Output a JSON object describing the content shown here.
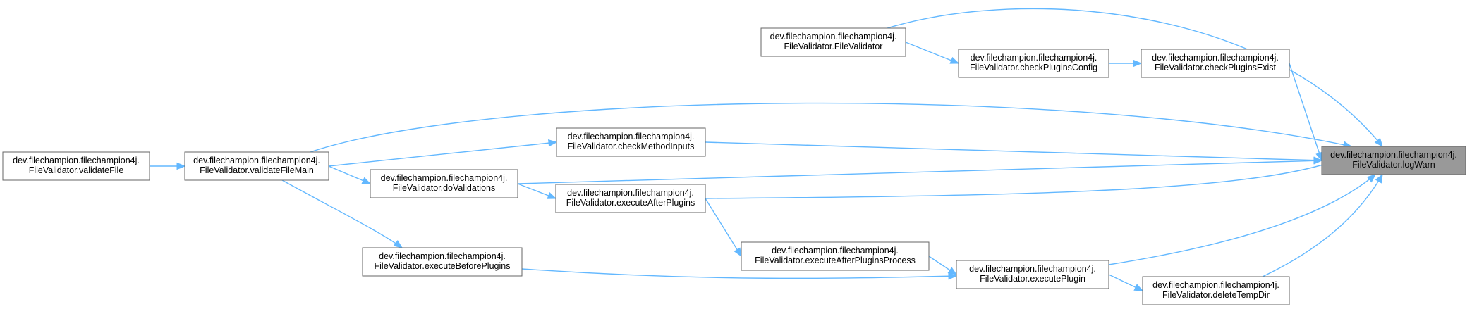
{
  "nodes": {
    "logWarn": {
      "line1": "dev.filechampion.filechampion4j.",
      "line2": "FileValidator.logWarn",
      "focus": true
    },
    "validateFile": {
      "line1": "dev.filechampion.filechampion4j.",
      "line2": "FileValidator.validateFile"
    },
    "validateFileMain": {
      "line1": "dev.filechampion.filechampion4j.",
      "line2": "FileValidator.validateFileMain"
    },
    "fileValidatorCtor": {
      "line1": "dev.filechampion.filechampion4j.",
      "line2": "FileValidator.FileValidator"
    },
    "checkPluginsConfig": {
      "line1": "dev.filechampion.filechampion4j.",
      "line2": "FileValidator.checkPluginsConfig"
    },
    "checkPluginsExist": {
      "line1": "dev.filechampion.filechampion4j.",
      "line2": "FileValidator.checkPluginsExist"
    },
    "checkMethodInputs": {
      "line1": "dev.filechampion.filechampion4j.",
      "line2": "FileValidator.checkMethodInputs"
    },
    "doValidations": {
      "line1": "dev.filechampion.filechampion4j.",
      "line2": "FileValidator.doValidations"
    },
    "executeAfterPlugins": {
      "line1": "dev.filechampion.filechampion4j.",
      "line2": "FileValidator.executeAfterPlugins"
    },
    "executeAfterPluginsProcess": {
      "line1": "dev.filechampion.filechampion4j.",
      "line2": "FileValidator.executeAfterPluginsProcess"
    },
    "executeBeforePlugins": {
      "line1": "dev.filechampion.filechampion4j.",
      "line2": "FileValidator.executeBeforePlugins"
    },
    "executePlugin": {
      "line1": "dev.filechampion.filechampion4j.",
      "line2": "FileValidator.executePlugin"
    },
    "deleteTempDir": {
      "line1": "dev.filechampion.filechampion4j.",
      "line2": "FileValidator.deleteTempDir"
    }
  },
  "edges": [
    {
      "from": "validateFile",
      "to": "validateFileMain"
    },
    {
      "from": "validateFileMain",
      "to": "checkMethodInputs"
    },
    {
      "from": "validateFileMain",
      "to": "doValidations"
    },
    {
      "from": "validateFileMain",
      "to": "executeBeforePlugins"
    },
    {
      "from": "validateFileMain",
      "to": "logWarn"
    },
    {
      "from": "fileValidatorCtor",
      "to": "checkPluginsConfig"
    },
    {
      "from": "fileValidatorCtor",
      "to": "logWarn"
    },
    {
      "from": "checkPluginsConfig",
      "to": "checkPluginsExist"
    },
    {
      "from": "checkPluginsExist",
      "to": "logWarn"
    },
    {
      "from": "checkMethodInputs",
      "to": "logWarn"
    },
    {
      "from": "doValidations",
      "to": "executeAfterPlugins"
    },
    {
      "from": "doValidations",
      "to": "logWarn"
    },
    {
      "from": "executeAfterPlugins",
      "to": "executeAfterPluginsProcess"
    },
    {
      "from": "executeAfterPlugins",
      "to": "logWarn"
    },
    {
      "from": "executeAfterPluginsProcess",
      "to": "executePlugin"
    },
    {
      "from": "executeBeforePlugins",
      "to": "executePlugin"
    },
    {
      "from": "executePlugin",
      "to": "deleteTempDir"
    },
    {
      "from": "executePlugin",
      "to": "logWarn"
    },
    {
      "from": "deleteTempDir",
      "to": "logWarn"
    }
  ],
  "colors": {
    "edge": "#63b8ff",
    "focus_fill": "#999999",
    "node_border": "#666666"
  }
}
